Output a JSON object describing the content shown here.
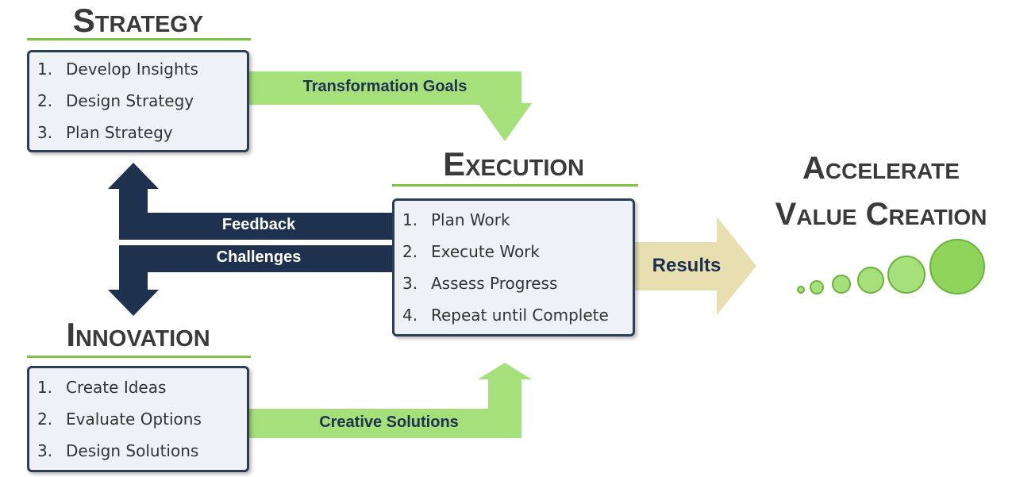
{
  "strategy": {
    "title": "Strategy",
    "items": [
      {
        "num": "1.",
        "text": "Develop Insights"
      },
      {
        "num": "2.",
        "text": "Design Strategy"
      },
      {
        "num": "3.",
        "text": "Plan Strategy"
      }
    ]
  },
  "execution": {
    "title": "Execution",
    "items": [
      {
        "num": "1.",
        "text": "Plan Work"
      },
      {
        "num": "2.",
        "text": "Execute Work"
      },
      {
        "num": "3.",
        "text": "Assess Progress"
      },
      {
        "num": "4.",
        "text": "Repeat until Complete"
      }
    ]
  },
  "innovation": {
    "title": "Innovation",
    "items": [
      {
        "num": "1.",
        "text": "Create Ideas"
      },
      {
        "num": "2.",
        "text": "Evaluate Options"
      },
      {
        "num": "3.",
        "text": "Design Solutions"
      }
    ]
  },
  "arrows": {
    "transformation_goals": "Transformation Goals",
    "creative_solutions": "Creative Solutions",
    "feedback": "Feedback",
    "challenges": "Challenges",
    "results": "Results"
  },
  "outcome": {
    "line1": "Accelerate",
    "line2": "Value Creation"
  },
  "colors": {
    "green_arrow": "#a6e07a",
    "navy_arrow": "#1e3250",
    "results_arrow": "#e8dfb0",
    "underline": "#7cc242",
    "box_border": "#2c3e55",
    "box_fill": "#eef2f7"
  }
}
